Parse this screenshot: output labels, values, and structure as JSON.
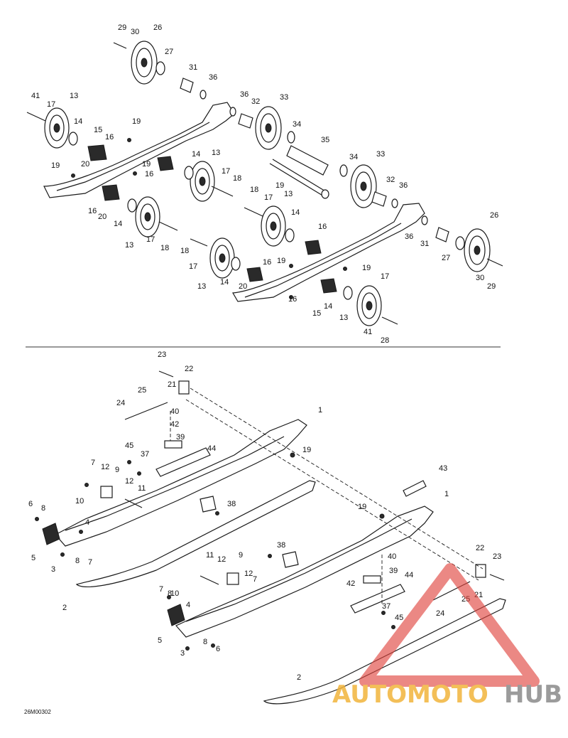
{
  "diagram_code": "26M00302",
  "watermark": {
    "part1": "AUTOMOTO",
    "part2": "HUB",
    "accent": "#f2b53c",
    "triangle": "#e0463f",
    "grey": "#8a8a8a"
  },
  "callouts": {
    "top": [
      "29",
      "30",
      "26",
      "27",
      "31",
      "36",
      "36",
      "32",
      "33",
      "34",
      "35",
      "34",
      "33",
      "32",
      "36",
      "26",
      "36",
      "31",
      "27",
      "30",
      "29",
      "41",
      "13",
      "17",
      "14",
      "15",
      "16",
      "19",
      "20",
      "19",
      "16",
      "19",
      "14",
      "13",
      "17",
      "18",
      "18",
      "13",
      "17",
      "14",
      "16",
      "16",
      "20",
      "14",
      "13",
      "17",
      "18",
      "18",
      "17",
      "13",
      "14",
      "16",
      "19",
      "19",
      "20",
      "16",
      "15",
      "14",
      "13",
      "17",
      "41",
      "28",
      "19"
    ],
    "bottom": [
      "23",
      "22",
      "21",
      "25",
      "24",
      "40",
      "42",
      "39",
      "44",
      "1",
      "19",
      "45",
      "37",
      "7",
      "12",
      "9",
      "12",
      "11",
      "10",
      "4",
      "38",
      "6",
      "8",
      "5",
      "3",
      "8",
      "7",
      "2",
      "43",
      "1",
      "19",
      "38",
      "40",
      "39",
      "42",
      "44",
      "22",
      "23",
      "21",
      "25",
      "24",
      "37",
      "45",
      "11",
      "12",
      "9",
      "12",
      "7",
      "10",
      "4",
      "7",
      "8",
      "5",
      "3",
      "8",
      "6",
      "2"
    ]
  }
}
